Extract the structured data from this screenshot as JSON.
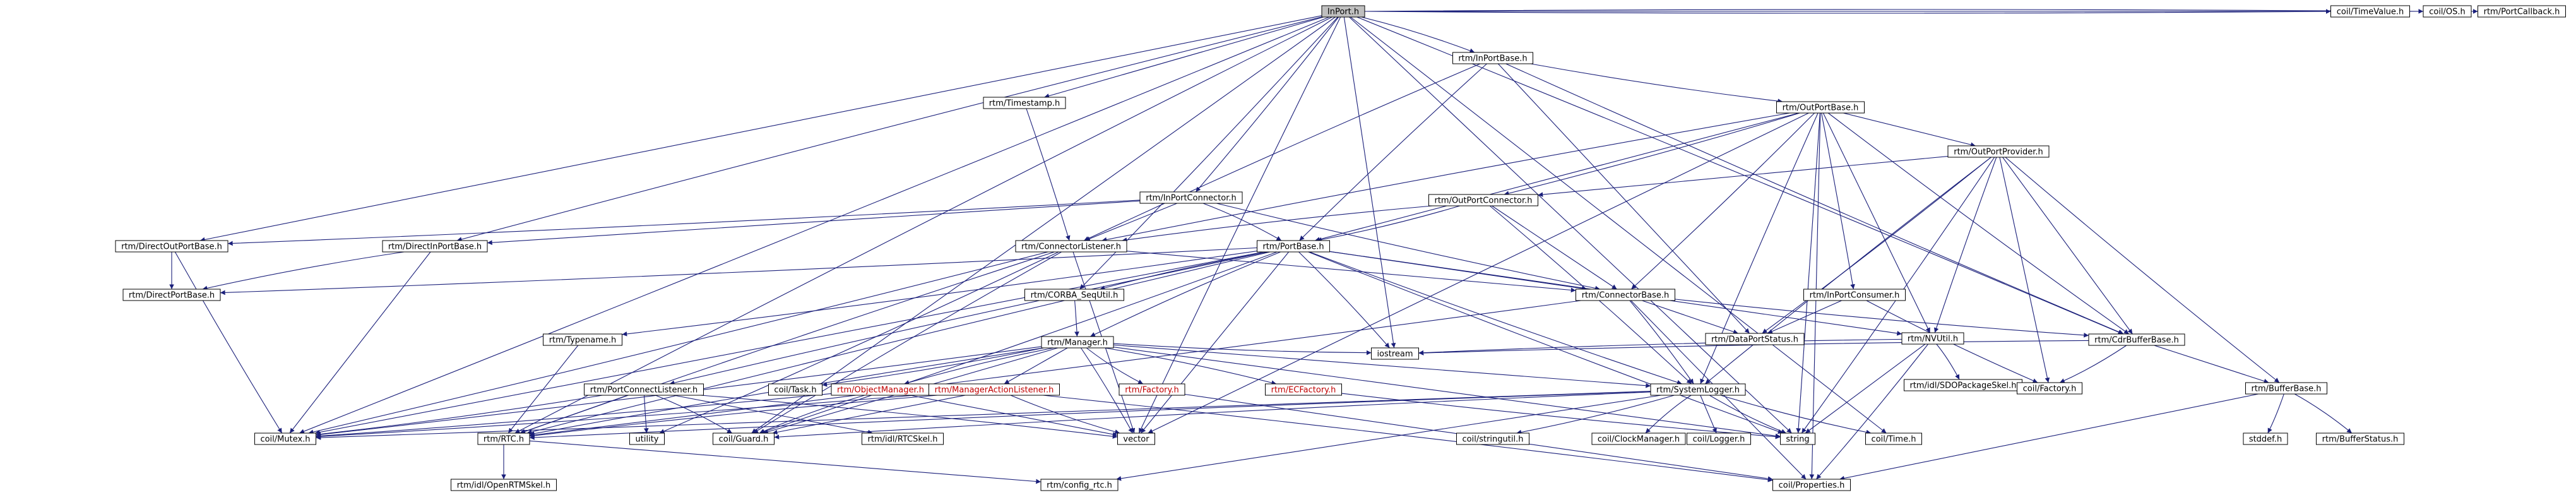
{
  "diagram": {
    "root": "inport_h",
    "nodes": [
      {
        "id": "inport_h",
        "label": "InPort.h",
        "root": true
      },
      {
        "id": "inportbase_h",
        "label": "rtm/InPortBase.h"
      },
      {
        "id": "outportbase_h",
        "label": "rtm/OutPortBase.h"
      },
      {
        "id": "timestamp_h",
        "label": "rtm/Timestamp.h"
      },
      {
        "id": "outportprovider_h",
        "label": "rtm/OutPortProvider.h"
      },
      {
        "id": "inportconnector_h",
        "label": "rtm/InPortConnector.h"
      },
      {
        "id": "outportconnector_h",
        "label": "rtm/OutPortConnector.h"
      },
      {
        "id": "directoutportbase_h",
        "label": "rtm/DirectOutPortBase.h"
      },
      {
        "id": "directinportbase_h",
        "label": "rtm/DirectInPortBase.h"
      },
      {
        "id": "connectorlistener_h",
        "label": "rtm/ConnectorListener.h"
      },
      {
        "id": "portbase_h",
        "label": "rtm/PortBase.h"
      },
      {
        "id": "inportconsumer_h",
        "label": "rtm/InPortConsumer.h"
      },
      {
        "id": "directportbase_h",
        "label": "rtm/DirectPortBase.h"
      },
      {
        "id": "corba_sequtil_h",
        "label": "rtm/CORBA_SeqUtil.h"
      },
      {
        "id": "connectorbase_h",
        "label": "rtm/ConnectorBase.h"
      },
      {
        "id": "nvutil_h",
        "label": "rtm/NVUtil.h"
      },
      {
        "id": "cdrbufferbase_h",
        "label": "rtm/CdrBufferBase.h"
      },
      {
        "id": "typename_h",
        "label": "rtm/Typename.h"
      },
      {
        "id": "manager_h",
        "label": "rtm/Manager.h"
      },
      {
        "id": "dataportstatus_h",
        "label": "rtm/DataPortStatus.h"
      },
      {
        "id": "sdopackageskel_h",
        "label": "rtm/idl/SDOPackageSkel.h"
      },
      {
        "id": "buffer_h",
        "label": "rtm/BufferBase.h"
      },
      {
        "id": "portconnectlistener_h",
        "label": "rtm/PortConnectListener.h"
      },
      {
        "id": "coil_task_h",
        "label": "coil/Task.h"
      },
      {
        "id": "objectmanager_h",
        "label": "rtm/ObjectManager.h",
        "red": true
      },
      {
        "id": "managerlistener_h",
        "label": "rtm/ManagerActionListener.h",
        "red": true
      },
      {
        "id": "factory_h",
        "label": "rtm/Factory.h",
        "red": true
      },
      {
        "id": "ecfactory_h",
        "label": "rtm/ECFactory.h",
        "red": true
      },
      {
        "id": "iostream",
        "label": "iostream"
      },
      {
        "id": "systemlogger_h",
        "label": "rtm/SystemLogger.h"
      },
      {
        "id": "coil_factory_h",
        "label": "coil/Factory.h"
      },
      {
        "id": "stddef_h",
        "label": "stddef.h"
      },
      {
        "id": "bufferstatus_h",
        "label": "rtm/BufferStatus.h"
      },
      {
        "id": "coil_mutex_h",
        "label": "coil/Mutex.h"
      },
      {
        "id": "rtc_h",
        "label": "rtm/RTC.h"
      },
      {
        "id": "utility",
        "label": "utility"
      },
      {
        "id": "coil_guard_h",
        "label": "coil/Guard.h"
      },
      {
        "id": "rtcskel_h",
        "label": "rtm/idl/RTCSkel.h"
      },
      {
        "id": "vector",
        "label": "vector"
      },
      {
        "id": "coil_stringutil_h",
        "label": "coil/stringutil.h"
      },
      {
        "id": "coil_clockmanager_h",
        "label": "coil/ClockManager.h"
      },
      {
        "id": "coil_logger_h",
        "label": "coil/Logger.h"
      },
      {
        "id": "string",
        "label": "string"
      },
      {
        "id": "coil_time_h",
        "label": "coil/Time.h"
      },
      {
        "id": "openrtmskel_h",
        "label": "rtm/idl/OpenRTMSkel.h"
      },
      {
        "id": "config_rtc_h",
        "label": "rtm/config_rtc.h"
      },
      {
        "id": "coil_properties_h",
        "label": "coil/Properties.h"
      },
      {
        "id": "coil_timevalue_h",
        "label": "coil/TimeValue.h"
      },
      {
        "id": "coil_os_h",
        "label": "coil/OS.h"
      },
      {
        "id": "portcallback_h",
        "label": "rtm/PortCallback.h"
      }
    ],
    "edges": [
      [
        "inport_h",
        "inportbase_h"
      ],
      [
        "inport_h",
        "timestamp_h"
      ],
      [
        "inport_h",
        "inportconnector_h"
      ],
      [
        "inport_h",
        "directinportbase_h"
      ],
      [
        "inport_h",
        "directoutportbase_h"
      ],
      [
        "inport_h",
        "coil_mutex_h"
      ],
      [
        "inport_h",
        "rtc_h"
      ],
      [
        "inport_h",
        "coil_guard_h"
      ],
      [
        "inport_h",
        "iostream"
      ],
      [
        "inport_h",
        "vector"
      ],
      [
        "inport_h",
        "string"
      ],
      [
        "inport_h",
        "corba_sequtil_h"
      ],
      [
        "inport_h",
        "cdrbufferbase_h"
      ],
      [
        "inport_h",
        "coil_time_h"
      ],
      [
        "inport_h",
        "coil_timevalue_h"
      ],
      [
        "inport_h",
        "coil_os_h"
      ],
      [
        "inport_h",
        "portcallback_h"
      ],
      [
        "inportbase_h",
        "outportbase_h"
      ],
      [
        "inportbase_h",
        "portbase_h"
      ],
      [
        "inportbase_h",
        "dataportstatus_h"
      ],
      [
        "inportbase_h",
        "cdrbufferbase_h"
      ],
      [
        "inportbase_h",
        "connectorlistener_h"
      ],
      [
        "outportbase_h",
        "outportprovider_h"
      ],
      [
        "outportbase_h",
        "outportconnector_h"
      ],
      [
        "outportbase_h",
        "inportconsumer_h"
      ],
      [
        "outportbase_h",
        "portbase_h"
      ],
      [
        "outportbase_h",
        "connectorbase_h"
      ],
      [
        "outportbase_h",
        "connectorlistener_h"
      ],
      [
        "outportbase_h",
        "nvutil_h"
      ],
      [
        "outportbase_h",
        "cdrbufferbase_h"
      ],
      [
        "outportbase_h",
        "systemlogger_h"
      ],
      [
        "outportbase_h",
        "vector"
      ],
      [
        "outportbase_h",
        "string"
      ],
      [
        "outportbase_h",
        "coil_properties_h"
      ],
      [
        "outportprovider_h",
        "outportconnector_h"
      ],
      [
        "outportprovider_h",
        "dataportstatus_h"
      ],
      [
        "outportprovider_h",
        "nvutil_h"
      ],
      [
        "outportprovider_h",
        "cdrbufferbase_h"
      ],
      [
        "outportprovider_h",
        "buffer_h"
      ],
      [
        "outportprovider_h",
        "systemlogger_h"
      ],
      [
        "outportprovider_h",
        "coil_factory_h"
      ],
      [
        "outportprovider_h",
        "string"
      ],
      [
        "timestamp_h",
        "connectorlistener_h"
      ],
      [
        "inportconnector_h",
        "connectorlistener_h"
      ],
      [
        "inportconnector_h",
        "connectorbase_h"
      ],
      [
        "inportconnector_h",
        "portbase_h"
      ],
      [
        "inportconnector_h",
        "directinportbase_h"
      ],
      [
        "inportconnector_h",
        "directoutportbase_h"
      ],
      [
        "outportconnector_h",
        "connectorlistener_h"
      ],
      [
        "outportconnector_h",
        "connectorbase_h"
      ],
      [
        "outportconnector_h",
        "portbase_h"
      ],
      [
        "outportconnector_h",
        "systemlogger_h"
      ],
      [
        "directoutportbase_h",
        "directportbase_h"
      ],
      [
        "directoutportbase_h",
        "coil_mutex_h"
      ],
      [
        "directinportbase_h",
        "directportbase_h"
      ],
      [
        "directinportbase_h",
        "coil_mutex_h"
      ],
      [
        "connectorlistener_h",
        "coil_mutex_h"
      ],
      [
        "connectorlistener_h",
        "coil_guard_h"
      ],
      [
        "connectorlistener_h",
        "vector"
      ],
      [
        "connectorlistener_h",
        "utility"
      ],
      [
        "connectorlistener_h",
        "rtc_h"
      ],
      [
        "connectorlistener_h",
        "connectorbase_h"
      ],
      [
        "portbase_h",
        "directportbase_h"
      ],
      [
        "portbase_h",
        "corba_sequtil_h"
      ],
      [
        "portbase_h",
        "connectorbase_h"
      ],
      [
        "portbase_h",
        "typename_h"
      ],
      [
        "portbase_h",
        "portconnectlistener_h"
      ],
      [
        "portbase_h",
        "nvutil_h"
      ],
      [
        "portbase_h",
        "systemlogger_h"
      ],
      [
        "portbase_h",
        "rtc_h"
      ],
      [
        "portbase_h",
        "coil_mutex_h"
      ],
      [
        "portbase_h",
        "coil_guard_h"
      ],
      [
        "portbase_h",
        "iostream"
      ],
      [
        "portbase_h",
        "vector"
      ],
      [
        "portbase_h",
        "string"
      ],
      [
        "portbase_h",
        "manager_h"
      ],
      [
        "inportconsumer_h",
        "dataportstatus_h"
      ],
      [
        "inportconsumer_h",
        "coil_factory_h"
      ],
      [
        "corba_sequtil_h",
        "manager_h"
      ],
      [
        "connectorbase_h",
        "dataportstatus_h"
      ],
      [
        "connectorbase_h",
        "cdrbufferbase_h"
      ],
      [
        "connectorbase_h",
        "systemlogger_h"
      ],
      [
        "connectorbase_h",
        "coil_properties_h"
      ],
      [
        "connectorbase_h",
        "rtc_h"
      ],
      [
        "nvutil_h",
        "sdopackageskel_h"
      ],
      [
        "nvutil_h",
        "string"
      ],
      [
        "nvutil_h",
        "coil_properties_h"
      ],
      [
        "nvutil_h",
        "iostream"
      ],
      [
        "cdrbufferbase_h",
        "buffer_h"
      ],
      [
        "cdrbufferbase_h",
        "coil_factory_h"
      ],
      [
        "cdrbufferbase_h",
        "iostream"
      ],
      [
        "typename_h",
        "rtc_h"
      ],
      [
        "manager_h",
        "coil_mutex_h"
      ],
      [
        "manager_h",
        "rtc_h"
      ],
      [
        "manager_h",
        "coil_guard_h"
      ],
      [
        "manager_h",
        "coil_task_h"
      ],
      [
        "manager_h",
        "objectmanager_h"
      ],
      [
        "manager_h",
        "managerlistener_h"
      ],
      [
        "manager_h",
        "factory_h"
      ],
      [
        "manager_h",
        "ecfactory_h"
      ],
      [
        "manager_h",
        "systemlogger_h"
      ],
      [
        "manager_h",
        "iostream"
      ],
      [
        "manager_h",
        "vector"
      ],
      [
        "manager_h",
        "string"
      ],
      [
        "buffer_h",
        "stddef_h"
      ],
      [
        "buffer_h",
        "bufferstatus_h"
      ],
      [
        "buffer_h",
        "coil_properties_h"
      ],
      [
        "portconnectlistener_h",
        "coil_mutex_h"
      ],
      [
        "portconnectlistener_h",
        "coil_guard_h"
      ],
      [
        "portconnectlistener_h",
        "rtc_h"
      ],
      [
        "portconnectlistener_h",
        "utility"
      ],
      [
        "portconnectlistener_h",
        "vector"
      ],
      [
        "portconnectlistener_h",
        "rtcskel_h"
      ],
      [
        "objectmanager_h",
        "coil_mutex_h"
      ],
      [
        "objectmanager_h",
        "coil_guard_h"
      ],
      [
        "objectmanager_h",
        "vector"
      ],
      [
        "managerlistener_h",
        "coil_mutex_h"
      ],
      [
        "managerlistener_h",
        "rtc_h"
      ],
      [
        "managerlistener_h",
        "coil_guard_h"
      ],
      [
        "managerlistener_h",
        "vector"
      ],
      [
        "managerlistener_h",
        "coil_properties_h"
      ],
      [
        "factory_h",
        "coil_properties_h"
      ],
      [
        "ecfactory_h",
        "string"
      ],
      [
        "systemlogger_h",
        "coil_clockmanager_h"
      ],
      [
        "systemlogger_h",
        "coil_logger_h"
      ],
      [
        "systemlogger_h",
        "coil_stringutil_h"
      ],
      [
        "systemlogger_h",
        "coil_guard_h"
      ],
      [
        "systemlogger_h",
        "coil_mutex_h"
      ],
      [
        "systemlogger_h",
        "coil_time_h"
      ],
      [
        "systemlogger_h",
        "rtc_h"
      ],
      [
        "systemlogger_h",
        "config_rtc_h"
      ],
      [
        "systemlogger_h",
        "string"
      ],
      [
        "rtc_h",
        "openrtmskel_h"
      ],
      [
        "rtc_h",
        "config_rtc_h"
      ],
      [
        "coil_properties_h",
        "coil_properties_h"
      ]
    ]
  }
}
